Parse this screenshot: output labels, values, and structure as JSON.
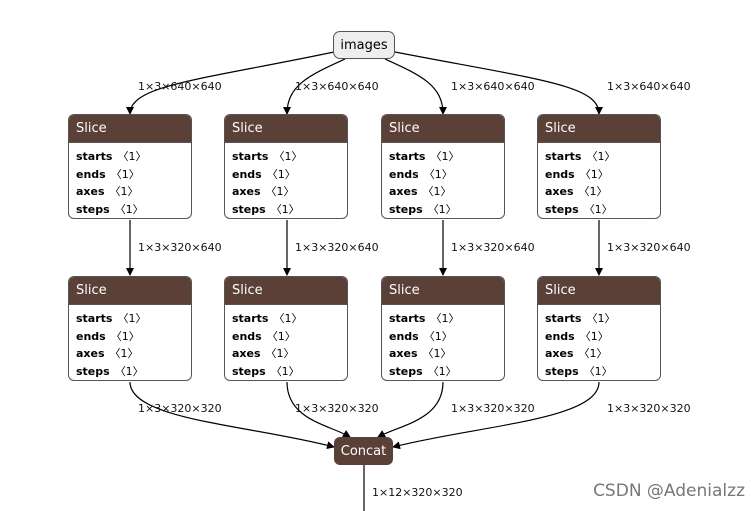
{
  "input": {
    "label": "images"
  },
  "slice_label": "Slice",
  "attr_names": [
    "starts",
    "ends",
    "axes",
    "steps"
  ],
  "attr_value": "〈1〉",
  "concat": {
    "label": "Concat"
  },
  "edges": {
    "input_to_slice": "1×3×640×640",
    "slice_to_slice": "1×3×320×640",
    "slice_to_concat": "1×3×320×320",
    "concat_out": "1×12×320×320"
  },
  "watermark": "CSDN @Adenialzz"
}
